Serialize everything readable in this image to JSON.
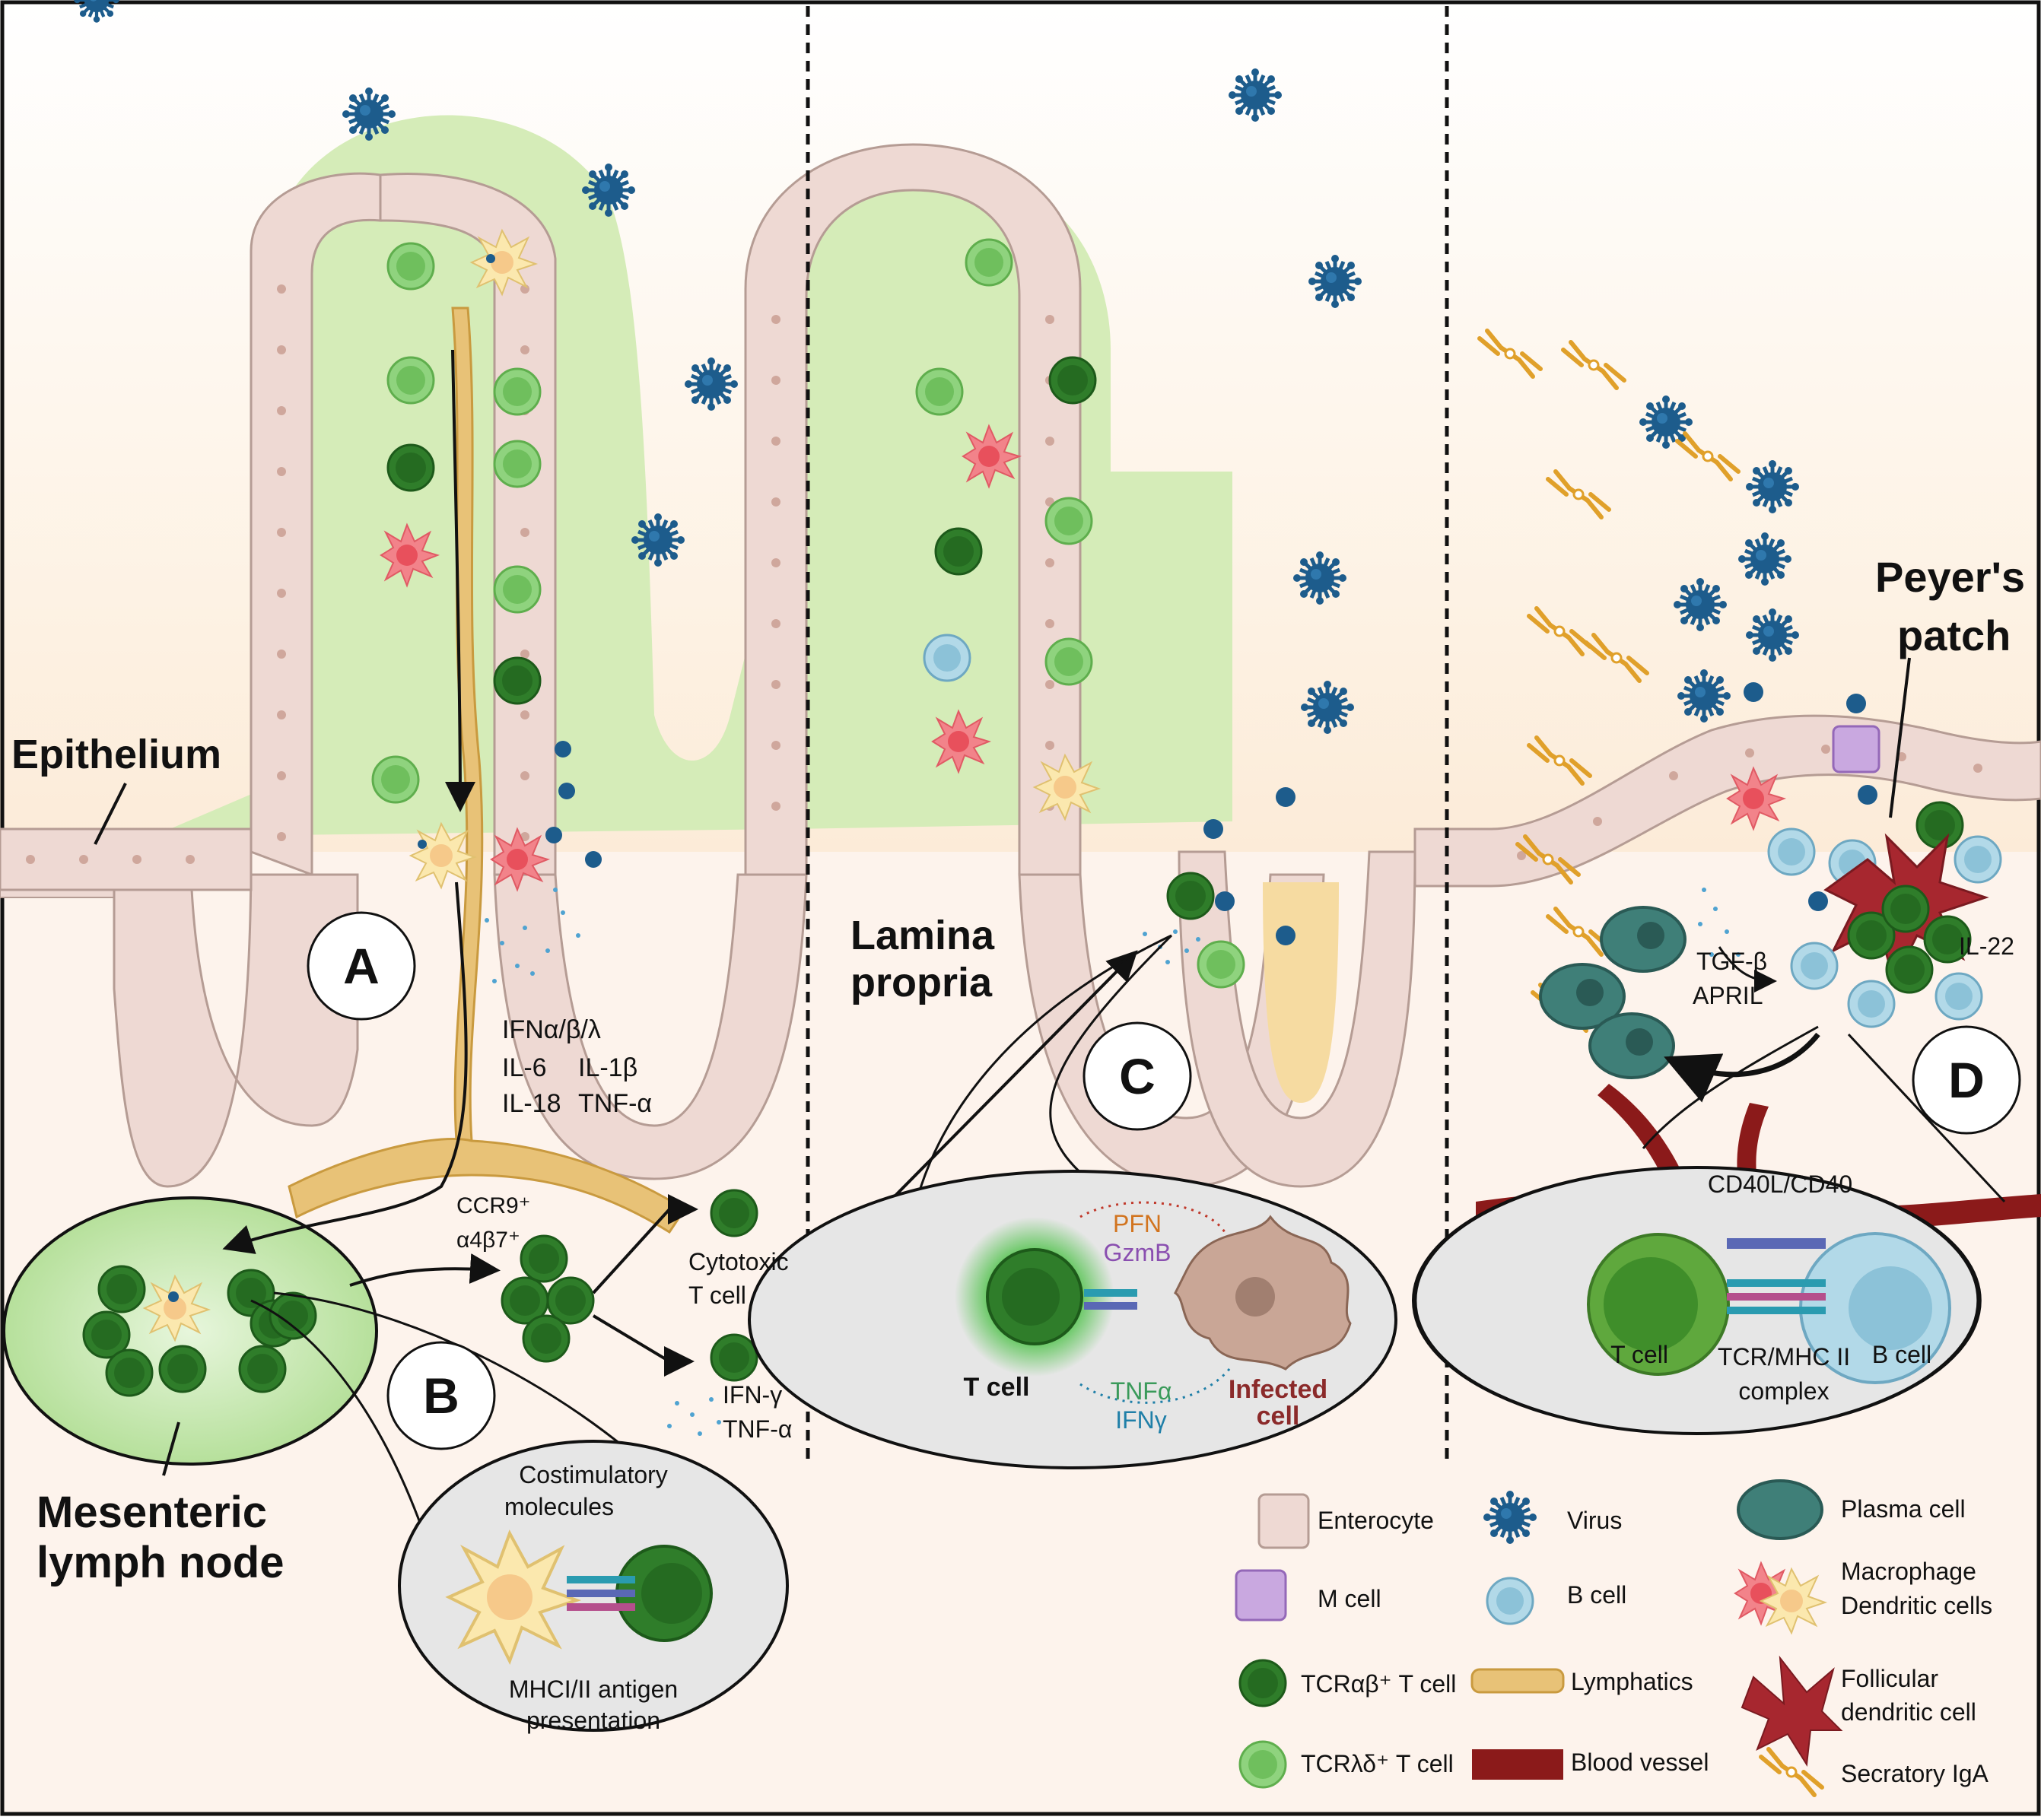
{
  "regions": {
    "epithelium": "Epithelium",
    "lamina_propria_line1": "Lamina",
    "lamina_propria_line2": "propria",
    "peyers_line1": "Peyer's",
    "peyers_line2": "patch",
    "mln_line1": "Mesenteric",
    "mln_line2": "lymph node"
  },
  "panels": {
    "a": "A",
    "b": "B",
    "c": "C",
    "d": "D"
  },
  "cytokines_a": {
    "ifn": "IFNα/β/λ",
    "il6": "IL-6",
    "il1b": "IL-1β",
    "il18": "IL-18",
    "tnfa": "TNF-α"
  },
  "homing": {
    "ccr9": "CCR9⁺",
    "a4b7": "α4β7⁺"
  },
  "effector": {
    "cytotoxic_line1": "Cytotoxic",
    "cytotoxic_line2": "T cell",
    "ifng": "IFN-γ",
    "tnfa": "TNF-α"
  },
  "inset_b": {
    "costim_line1": "Costimulatory",
    "costim_line2": "molecules",
    "mhc_line1": "MHCI/II antigen",
    "mhc_line2": "presentation"
  },
  "inset_c": {
    "pfn": "PFN",
    "gzmb": "GzmB",
    "tcell": "T cell",
    "tnfa": "TNFα",
    "ifng": "IFNγ",
    "infected_line1": "Infected",
    "infected_line2": "cell"
  },
  "panel_d": {
    "tgfb": "TGF-β",
    "april": "APRIL",
    "il22": "IL-22"
  },
  "inset_d": {
    "cd40": "CD40L/CD40",
    "tcell": "T cell",
    "tcr_line1": "TCR/MHC II",
    "tcr_line2": "complex",
    "bcell": "B cell"
  },
  "legend": {
    "enterocyte": "Enterocyte",
    "virus": "Virus",
    "plasma": "Plasma cell",
    "mcell": "M cell",
    "bcell": "B cell",
    "macrophage_line1": "Macrophage",
    "macrophage_line2": "Dendritic cells",
    "tcr_ab": "TCRαβ⁺ T cell",
    "lymphatics": "Lymphatics",
    "fdc_line1": "Follicular",
    "fdc_line2": "dendritic cell",
    "tcr_gd": "TCRλδ⁺ T cell",
    "blood_vessel": "Blood vessel",
    "siga": "Secratory IgA"
  },
  "colors": {
    "villus_green": "#d5ecb8",
    "enterocyte": "#eed9d3",
    "virus": "#1d5c8c",
    "t_dark": "#2f7d2a",
    "t_light": "#8fd37e",
    "macrophage": "#f2838a",
    "dendritic": "#fbe8ae",
    "b_cell": "#b2d9e8",
    "lymphatic": "#e8c277",
    "blood": "#8b1a1a",
    "iga": "#e0a02a"
  }
}
